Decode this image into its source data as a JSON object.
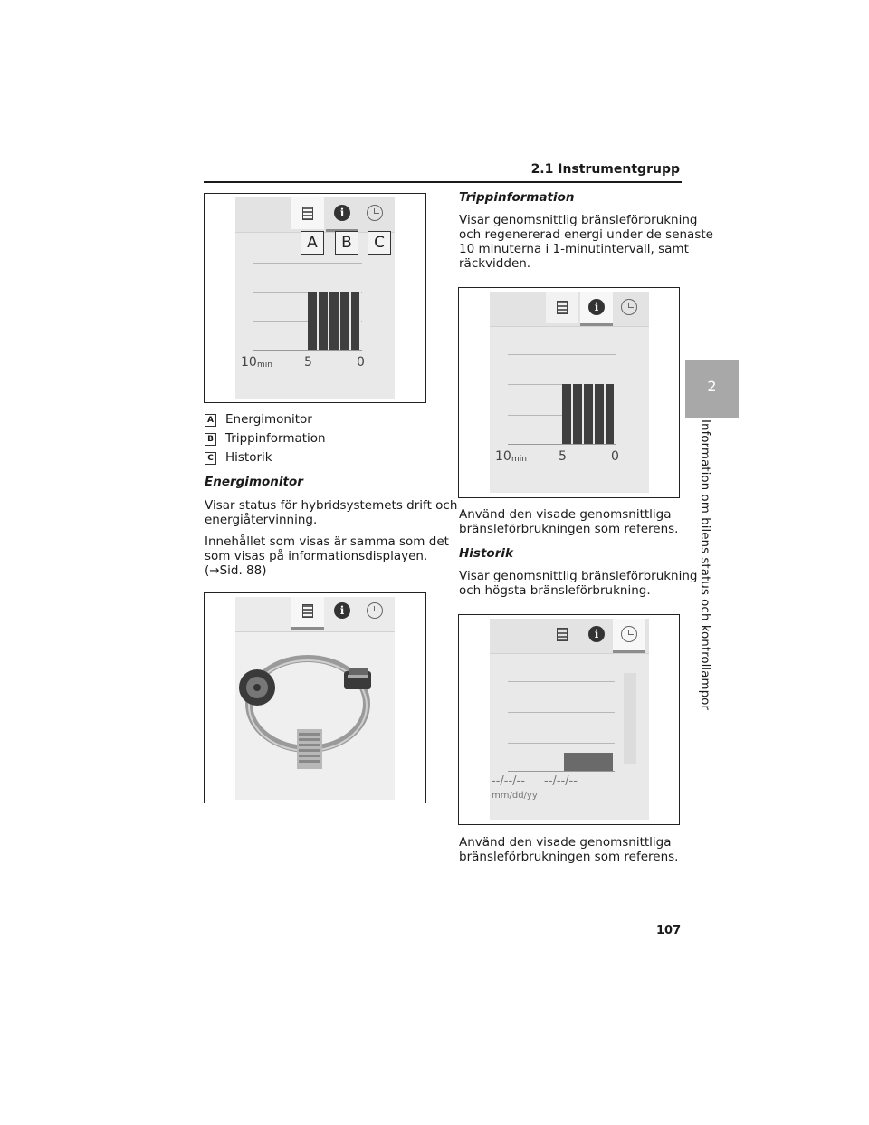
{
  "header": {
    "title": "2.1 Instrumentgrupp"
  },
  "side_tab": {
    "number": "2",
    "label": "Information om bilens status och kontrollampor"
  },
  "figure1": {
    "callouts": [
      "A",
      "B",
      "C"
    ],
    "axis": {
      "left": "10",
      "unit": "min",
      "mid": "5",
      "right": "0"
    }
  },
  "legend": [
    {
      "letter": "A",
      "label": "Energimonitor"
    },
    {
      "letter": "B",
      "label": "Trippinformation"
    },
    {
      "letter": "C",
      "label": "Historik"
    }
  ],
  "energimonitor": {
    "heading": "Energimonitor",
    "text1_line1": "Visar status för hybridsystemets drift och",
    "text1_line2": "energiåtervinning.",
    "text2_line1": "Innehållet som visas är samma som det",
    "text2_line2": "som visas på informationsdisplayen.",
    "text2_line3": "(→Sid. 88)"
  },
  "trippinformation": {
    "heading": "Trippinformation",
    "line1": "Visar genomsnittlig bränsleförbrukning",
    "line2": "och regenererad energi under de senaste",
    "line3": "10 minuterna i 1-minutintervall, samt",
    "line4": "räckvidden.",
    "after_line1": "Använd den visade genomsnittliga",
    "after_line2": "bränsleförbrukningen som referens."
  },
  "figure3": {
    "axis": {
      "left": "10",
      "unit": "min",
      "mid": "5",
      "right": "0"
    }
  },
  "historik": {
    "heading": "Historik",
    "line1": "Visar genomsnittlig bränsleförbrukning",
    "line2": "och högsta bränsleförbrukning.",
    "after_line1": "Använd den visade genomsnittliga",
    "after_line2": "bränsleförbrukningen som referens."
  },
  "figure4": {
    "date1": "--/--/--",
    "date2": "--/--/--",
    "date_format": "mm/dd/yy"
  },
  "page_number": "107",
  "colors": {
    "bar": "#3f3f3f",
    "screen": "#e9e9e9",
    "side_tab": "#a8a8a8"
  }
}
